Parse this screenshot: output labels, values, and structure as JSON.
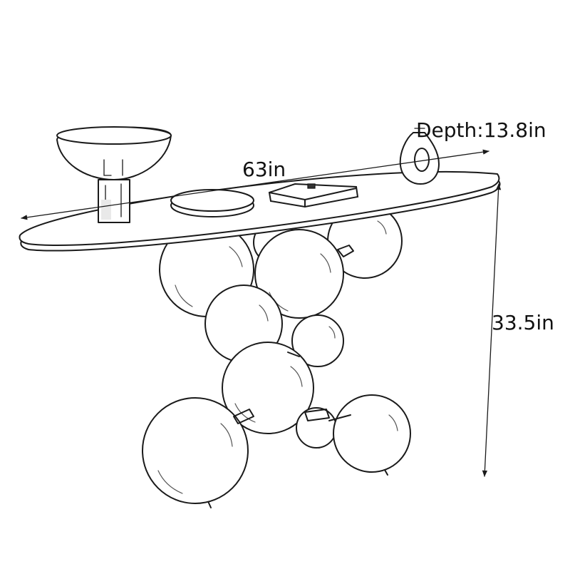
{
  "dimensions": {
    "width_label": "63in",
    "depth_label": "Depth:13.8in",
    "height_label": "33.5in"
  },
  "colors": {
    "line": "#1a1a1a",
    "fill": "#ffffff",
    "shade": "#e9e9e9"
  }
}
